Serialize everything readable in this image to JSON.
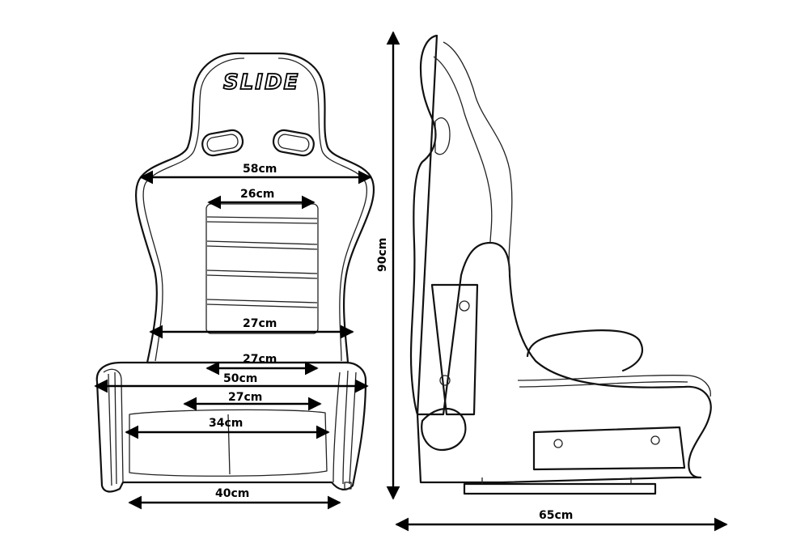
{
  "brand": {
    "logo_text": "SLIDE"
  },
  "dimensions": {
    "backrest_width": "58cm",
    "backrest_inner": "26cm",
    "lumbar_width": "27cm",
    "seat_inner_upper": "27cm",
    "seat_width": "50cm",
    "cushion_width": "27cm",
    "cushion_depth_width": "34cm",
    "base_width": "40cm",
    "height": "90cm",
    "depth": "65cm"
  },
  "colors": {
    "stroke": "#111111",
    "background": "#ffffff"
  }
}
